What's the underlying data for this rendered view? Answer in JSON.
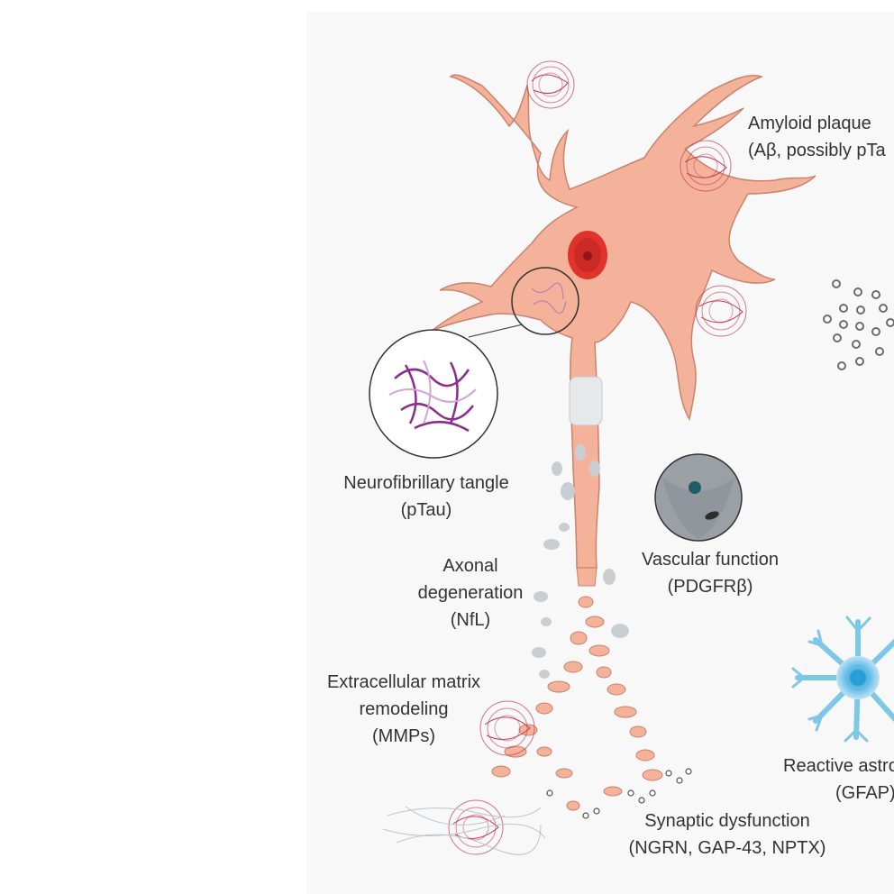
{
  "labels": {
    "amyloid": {
      "line1": "Amyloid plaque",
      "line2": "(Aβ, possibly pTa"
    },
    "tangle": {
      "line1": "Neurofibrillary tangle",
      "line2": "(pTau)"
    },
    "axonal": {
      "line1": "Axonal",
      "line2": "degeneration",
      "line3": "(NfL)"
    },
    "vascular": {
      "line1": "Vascular function",
      "line2": "(PDGFRβ)"
    },
    "ecm": {
      "line1": "Extracellular matrix",
      "line2": "remodeling",
      "line3": "(MMPs)"
    },
    "astro": {
      "line1": "Reactive astro",
      "line2": "(GFAP)"
    },
    "synaptic": {
      "line1": "Synaptic dysfunction",
      "line2": "(NGRN, GAP-43, NPTX)"
    }
  },
  "colors": {
    "neuron_fill": "#f5b29a",
    "neuron_stroke": "#c9826b",
    "nucleus": "#e0332b",
    "plaque": "#c23a55",
    "tangle": "#8b2d8c",
    "astrocyte": "#7ec7e6",
    "fragment_gray": "#c9ced3",
    "pericyte_gray": "#8d9399"
  }
}
